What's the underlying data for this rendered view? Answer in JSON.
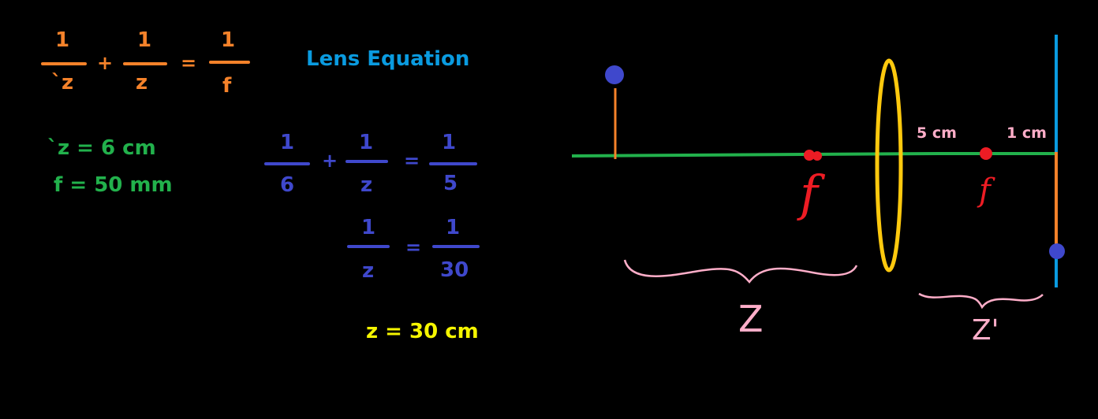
{
  "lens_equation": {
    "term1": {
      "numerator": "1",
      "denominator": "`z"
    },
    "plus": "+",
    "term2": {
      "numerator": "1",
      "denominator": "z"
    },
    "equals": "=",
    "term3": {
      "numerator": "1",
      "denominator": "f"
    },
    "title": "Lens Equation"
  },
  "givens": {
    "z_prime": "`z = 6 cm",
    "focal": "f = 50 mm"
  },
  "calc_step1": {
    "term1": {
      "numerator": "1",
      "denominator": "6"
    },
    "plus": "+",
    "term2": {
      "numerator": "1",
      "denominator": "z"
    },
    "equals": "=",
    "term3": {
      "numerator": "1",
      "denominator": "5"
    }
  },
  "calc_step2": {
    "term1": {
      "numerator": "1",
      "denominator": "z"
    },
    "equals": "=",
    "term2": {
      "numerator": "1",
      "denominator": "30"
    }
  },
  "result": "z = 30 cm",
  "diagram": {
    "label_5cm": "5 cm",
    "label_1cm": "1 cm",
    "focal_left": "f",
    "focal_right": "f",
    "brace_z": "Z",
    "brace_z_prime": "Z'",
    "colors": {
      "axis": "#22b14c",
      "object_stem": "#f5822a",
      "object_head": "#3f48cc",
      "lens": "#ffc90e",
      "focal_point": "#ed1c24",
      "image_plane": "#0a9be0",
      "brace": "#ffaec9"
    }
  }
}
